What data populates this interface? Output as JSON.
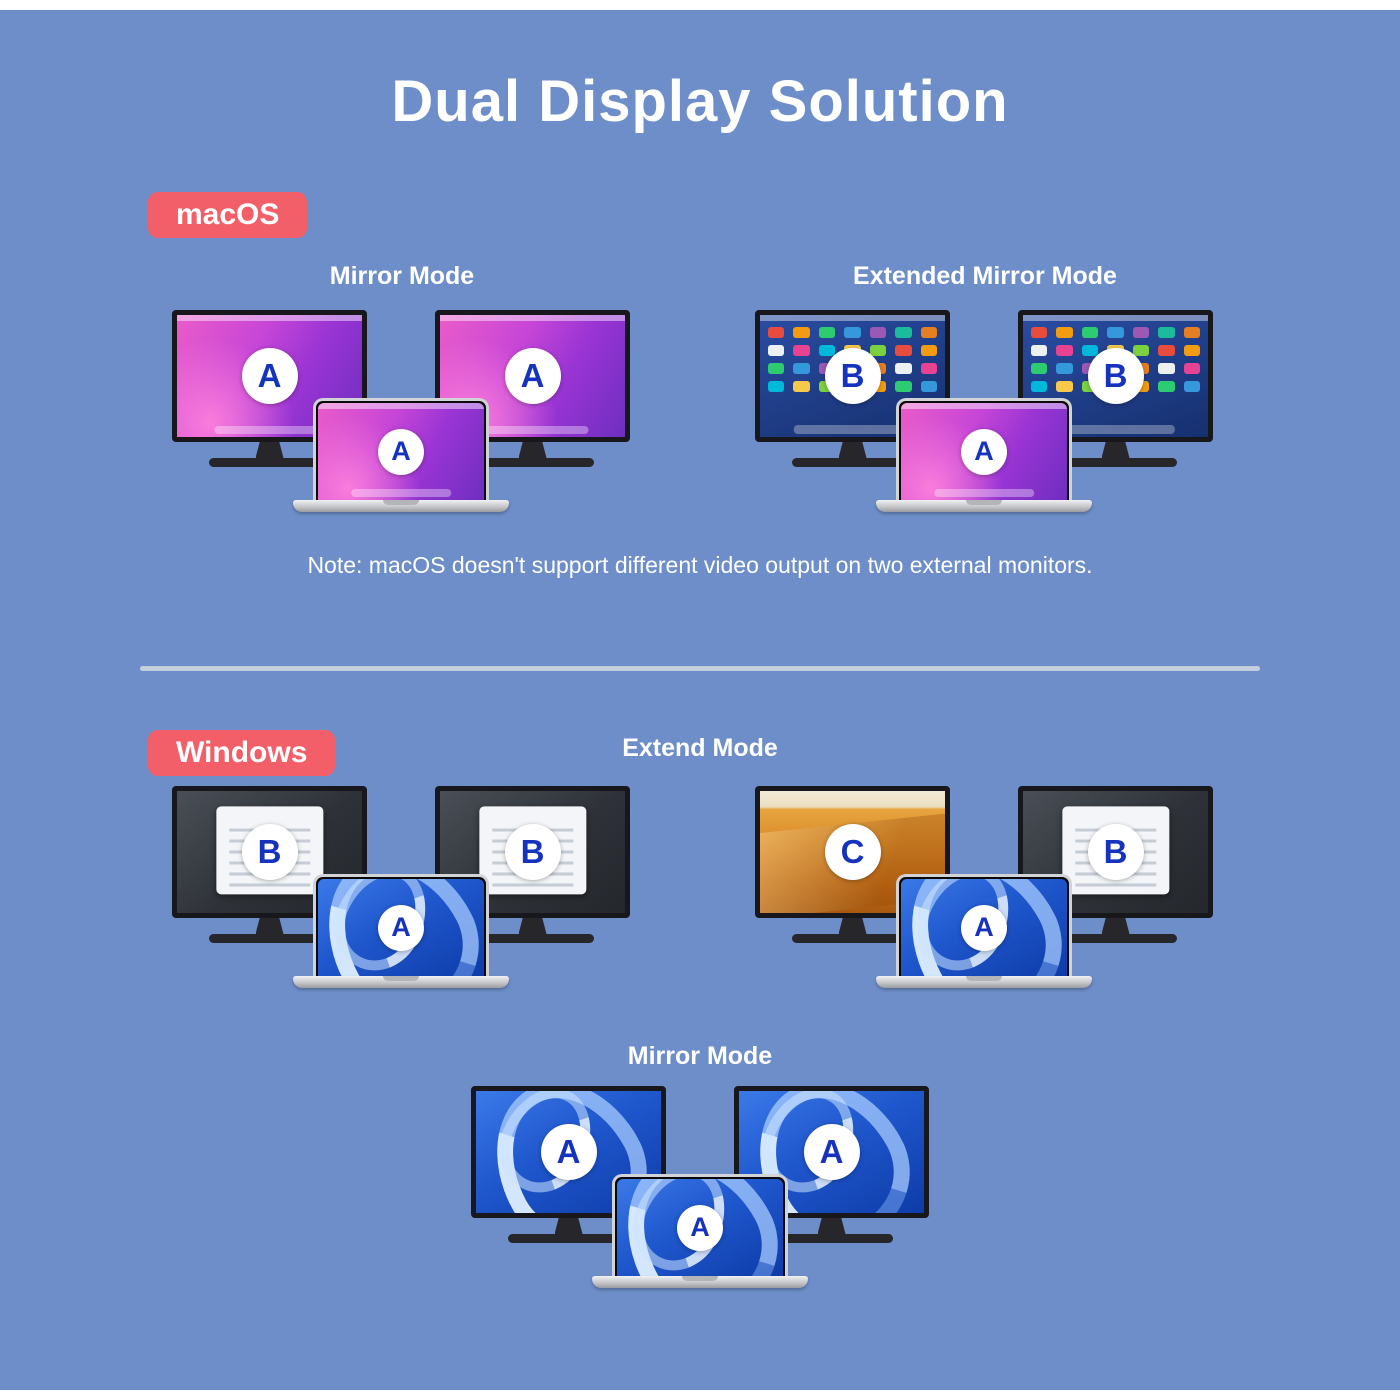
{
  "title": "Dual Display Solution",
  "colors": {
    "background": "#6e8ec9",
    "badge": "#f25f68",
    "letter": "#1633bd",
    "divider": "#c5cedd"
  },
  "macos": {
    "badge": "macOS",
    "mirror_label": "Mirror Mode",
    "extended_label": "Extended Mirror Mode",
    "note": "Note: macOS doesn't support different video output on two external monitors."
  },
  "windows": {
    "badge": "Windows",
    "extend_label": "Extend Mode",
    "mirror_label": "Mirror Mode"
  },
  "groups": {
    "macos_mirror": {
      "monitor_left": "A",
      "monitor_right": "A",
      "laptop": "A"
    },
    "macos_extended": {
      "monitor_left": "B",
      "monitor_right": "B",
      "laptop": "A"
    },
    "win_extend_left": {
      "monitor_left": "B",
      "monitor_right": "B",
      "laptop": "A"
    },
    "win_extend_right": {
      "monitor_left": "C",
      "monitor_right": "B",
      "laptop": "A"
    },
    "win_mirror": {
      "monitor_left": "A",
      "monitor_right": "A",
      "laptop": "A"
    }
  }
}
